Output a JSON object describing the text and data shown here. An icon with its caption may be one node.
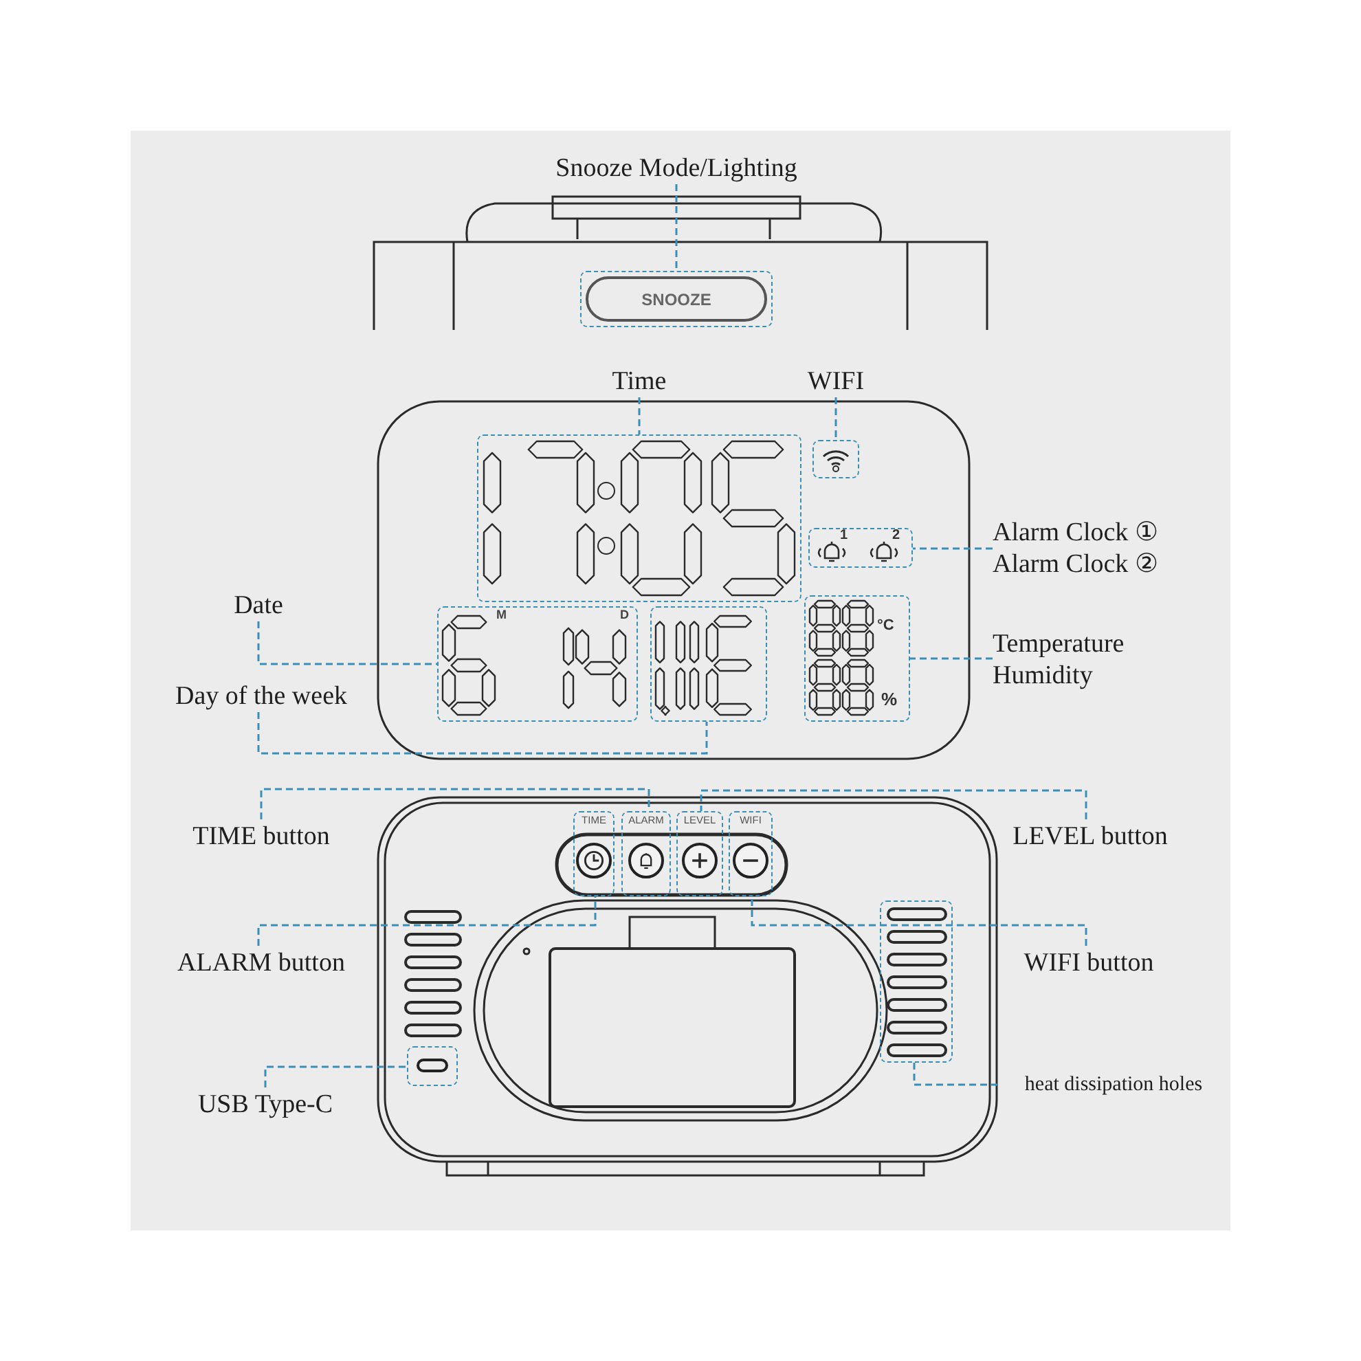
{
  "diagram": {
    "nodes": [
      {
        "text": [
          "Snooze Mode/Lighting"
        ]
      },
      {
        "text": [
          "SNOOZE"
        ]
      },
      {
        "text": [
          "Time"
        ]
      },
      {
        "text": [],
        "shape": "box"
      },
      {
        "text": [
          "WIFI"
        ]
      },
      {
        "text": [],
        "shape": "box"
      },
      {
        "text": [
          "Alarm Clock ①",
          "Alarm Clock ②"
        ]
      },
      {
        "text": [
          "1",
          "2"
        ]
      },
      {
        "text": [
          "Date"
        ]
      },
      {
        "text": [
          "M",
          "D"
        ]
      },
      {
        "text": [
          "Day of the week"
        ]
      },
      {
        "text": [],
        "shape": "box"
      },
      {
        "text": [
          "Temperature",
          "Humidity"
        ]
      },
      {
        "text": [
          "°C",
          "%"
        ]
      },
      {
        "text": [
          "TIME button"
        ]
      },
      {
        "text": [
          "TIME"
        ]
      },
      {
        "text": [
          "ALARM button"
        ]
      },
      {
        "text": [
          "ALARM"
        ]
      },
      {
        "text": [
          "LEVEL button"
        ]
      },
      {
        "text": [
          "LEVEL"
        ]
      },
      {
        "text": [
          "WIFI button"
        ]
      },
      {
        "text": [
          "WIFI"
        ]
      },
      {
        "text": [
          "USB Type-C"
        ]
      },
      {
        "text": [],
        "shape": "box"
      },
      {
        "text": [
          "heat dissipation holes"
        ]
      },
      {
        "text": [],
        "shape": "box"
      }
    ],
    "edges": [
      {
        "from": 0,
        "to": 1,
        "arrow": "none",
        "style": "dashed",
        "color": "#3a8fb7"
      },
      {
        "from": 2,
        "to": 3,
        "arrow": "none",
        "style": "dashed",
        "color": "#3a8fb7"
      },
      {
        "from": 4,
        "to": 5,
        "arrow": "none",
        "style": "dashed",
        "color": "#3a8fb7"
      },
      {
        "from": 6,
        "to": 7,
        "arrow": "none",
        "style": "dashed",
        "color": "#3a8fb7"
      },
      {
        "from": 8,
        "to": 9,
        "arrow": "none",
        "style": "dashed",
        "color": "#3a8fb7"
      },
      {
        "from": 10,
        "to": 11,
        "arrow": "none",
        "style": "dashed",
        "color": "#3a8fb7"
      },
      {
        "from": 12,
        "to": 13,
        "arrow": "none",
        "style": "dashed",
        "color": "#3a8fb7"
      },
      {
        "from": 14,
        "to": 17,
        "arrow": "none",
        "style": "dashed",
        "color": "#3a8fb7"
      },
      {
        "from": 16,
        "to": 15,
        "arrow": "none",
        "style": "dashed",
        "color": "#3a8fb7"
      },
      {
        "from": 18,
        "to": 19,
        "arrow": "none",
        "style": "dashed",
        "color": "#3a8fb7"
      },
      {
        "from": 20,
        "to": 21,
        "arrow": "none",
        "style": "dashed",
        "color": "#3a8fb7"
      },
      {
        "from": 22,
        "to": 23,
        "arrow": "none",
        "style": "dashed",
        "color": "#3a8fb7"
      },
      {
        "from": 24,
        "to": 25,
        "arrow": "none",
        "style": "dashed",
        "color": "#3a8fb7"
      }
    ]
  }
}
